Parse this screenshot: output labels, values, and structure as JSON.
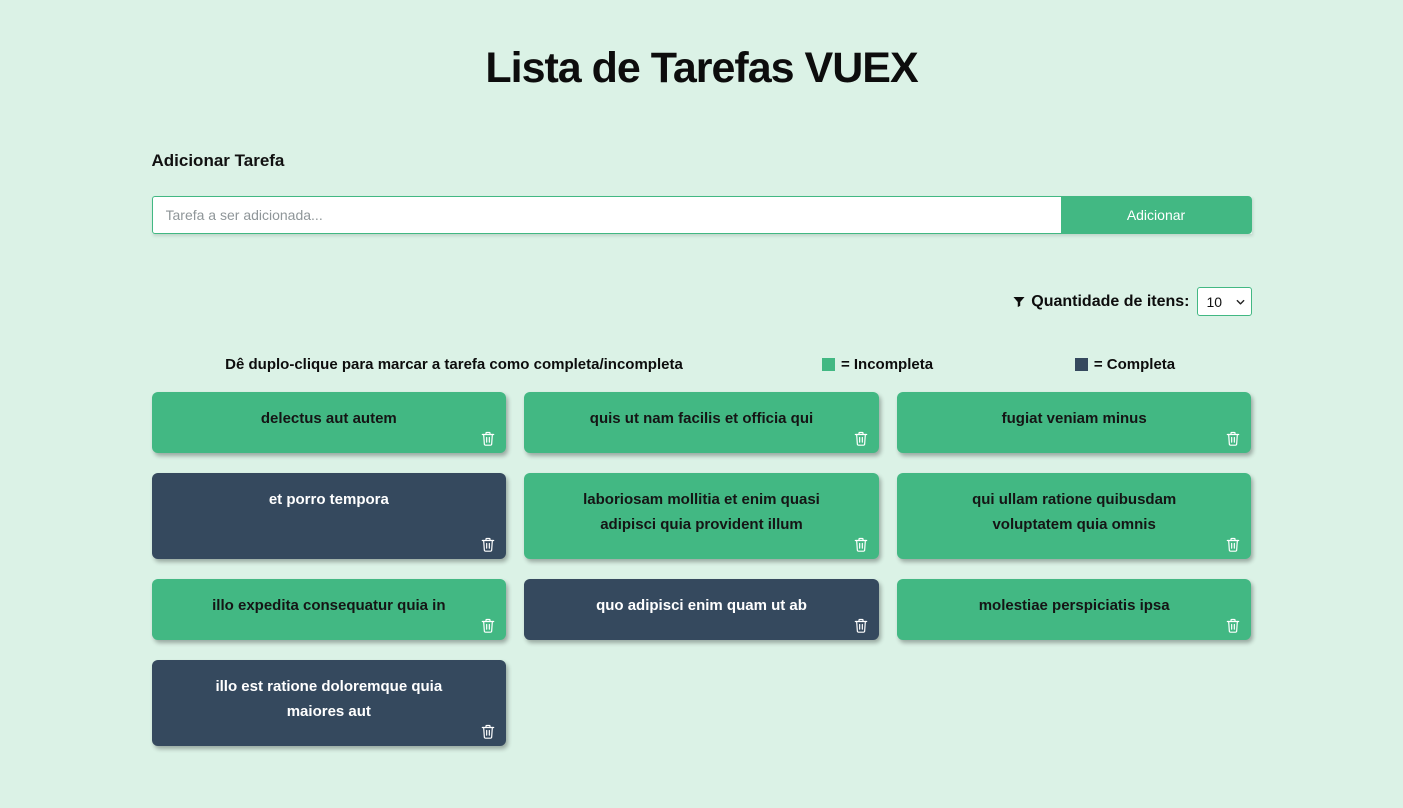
{
  "page": {
    "title": "Lista de Tarefas VUEX"
  },
  "add_task": {
    "heading": "Adicionar Tarefa",
    "input_value": "",
    "input_placeholder": "Tarefa a ser adicionada...",
    "button_label": "Adicionar"
  },
  "filter": {
    "label": "Quantidade de itens:",
    "selected_option": "10",
    "icon": "filter-icon"
  },
  "legend": {
    "instructions": "Dê duplo-clique para marcar a tarefa como completa/incompleta",
    "incomplete_label": "= Incompleta",
    "complete_label": "= Completa"
  },
  "colors": {
    "background": "#dbf2e6",
    "incomplete": "#42b883",
    "complete": "#35495e"
  },
  "tasks": [
    {
      "title": "delectus aut autem",
      "status": "incomplete"
    },
    {
      "title": "quis ut nam facilis et officia qui",
      "status": "incomplete"
    },
    {
      "title": "fugiat veniam minus",
      "status": "incomplete"
    },
    {
      "title": "et porro tempora",
      "status": "complete"
    },
    {
      "title": "laboriosam mollitia et enim quasi adipisci quia provident illum",
      "status": "incomplete"
    },
    {
      "title": "qui ullam ratione quibusdam voluptatem quia omnis",
      "status": "incomplete"
    },
    {
      "title": "illo expedita consequatur quia in",
      "status": "incomplete"
    },
    {
      "title": "quo adipisci enim quam ut ab",
      "status": "complete"
    },
    {
      "title": "molestiae perspiciatis ipsa",
      "status": "incomplete"
    },
    {
      "title": "illo est ratione doloremque quia maiores aut",
      "status": "complete"
    }
  ]
}
